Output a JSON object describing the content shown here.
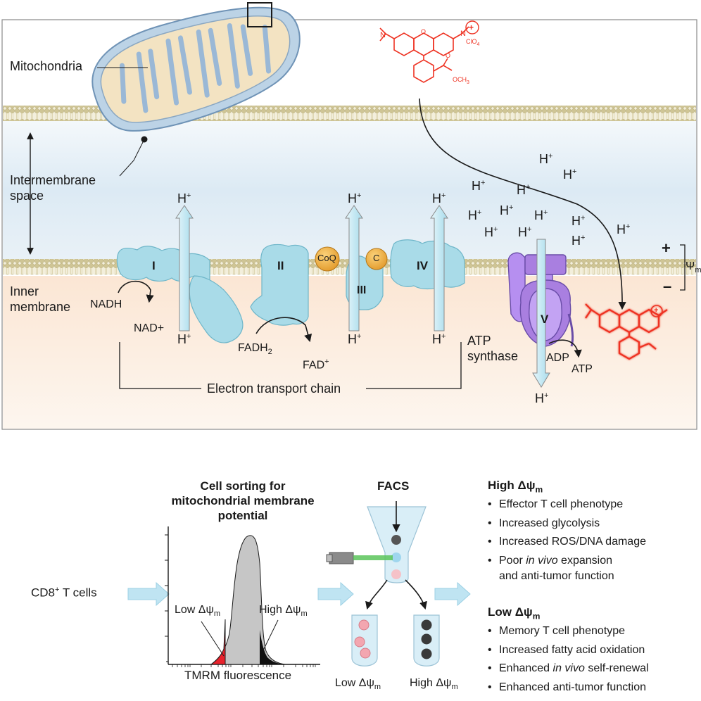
{
  "top_panel": {
    "mitochondria_label": "Mitochondria",
    "intermembrane_label": [
      "Intermembrane",
      "space"
    ],
    "inner_membrane_label": [
      "Inner",
      "membrane"
    ],
    "complexes": [
      "I",
      "II",
      "III",
      "IV",
      "V"
    ],
    "coq": "CoQ",
    "cyt_c": "C",
    "proton": "H",
    "proton_charge": "+",
    "nadh": "NADH",
    "nad": "NAD+",
    "fadh2_main": "FADH",
    "fadh2_sub": "2",
    "fad_main": "FAD",
    "fad_sup": "+",
    "atp_synthase_label": [
      "ATP",
      "synthase"
    ],
    "adp": "ADP",
    "atp": "ATP",
    "etc_label": "Electron transport chain",
    "potential_plus": "+",
    "potential_minus": "–",
    "psi_main": "Ψ",
    "psi_sub": "m",
    "tmrm_molecule": {
      "n_left": "N",
      "n_right": "N",
      "charge": "+",
      "counterion": "ClO",
      "counterion_sub": "4",
      "ester": "OCH",
      "ester_sub": "3",
      "carbonyl": "O",
      "ring_o": "O"
    }
  },
  "bottom_panel": {
    "input_label": "CD8",
    "input_sup": "+",
    "input_suffix": " T cells",
    "histogram_title": [
      "Cell sorting for",
      "mitochondrial membrane",
      "potential"
    ],
    "low_label": "Low Δψ",
    "high_label": "High Δψ",
    "label_sub": "m",
    "x_axis_label": "TMRM fluorescence",
    "facs_label": "FACS",
    "tube_low_label": "Low Δψ",
    "tube_high_label": "High Δψ",
    "high_heading": "High Δψ",
    "high_points": [
      "Effector T cell phenotype",
      "Increased glycolysis",
      "Increased ROS/DNA damage"
    ],
    "high_point4_pre": "Poor ",
    "high_point4_em": "in vivo",
    "high_point4_post": " expansion",
    "high_point4_line2": "and anti-tumor function",
    "low_heading": "Low Δψ",
    "low_points": [
      "Memory T cell phenotype",
      "Increased fatty acid oxidation"
    ],
    "low_point3_pre": "Enhanced ",
    "low_point3_em": "in vivo",
    "low_point3_post": " self-renewal",
    "low_point4": "Enhanced anti-tumor function"
  },
  "colors": {
    "complex_fill": "#a9dbe8",
    "complex_stroke": "#6fb6c9",
    "coenzyme": "#eeaa3a",
    "synthase": "#a97fe0",
    "tmrm_red": "#ee3323",
    "low_red": "#e8222c",
    "membrane_head": "#d8cfa0",
    "intermembrane_blue": "#dcecf5",
    "matrix_peach": "#fbeadb"
  }
}
